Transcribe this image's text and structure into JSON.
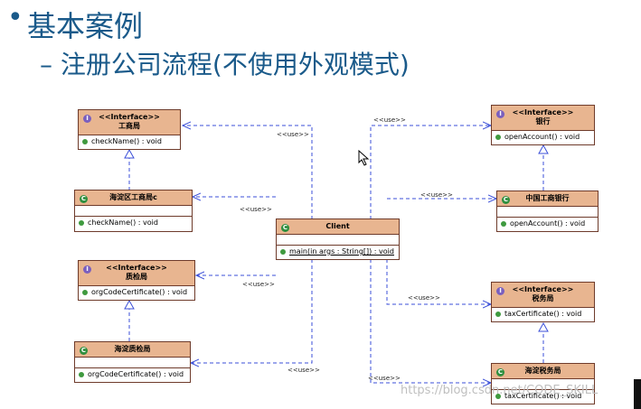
{
  "slide": {
    "bullet": "•",
    "title": "基本案例",
    "subtitle": "– 注册公司流程(不使用外观模式)"
  },
  "diagram": {
    "classes": {
      "gongshangju": {
        "stereotype": "<<Interface>>",
        "name": "工商局",
        "ops": [
          "checkName() : void"
        ],
        "icon": "I"
      },
      "haidian_gongshangju": {
        "stereotype": "",
        "name": "海淀区工商局c",
        "ops": [
          "checkName() : void"
        ],
        "icon": "C"
      },
      "zhijianju": {
        "stereotype": "<<Interface>>",
        "name": "质检局",
        "ops": [
          "orgCodeCertificate() : void"
        ],
        "icon": "I"
      },
      "haidian_zhijianju": {
        "stereotype": "",
        "name": "海淀质检局",
        "ops": [
          "orgCodeCertificate() : void"
        ],
        "icon": "C"
      },
      "client": {
        "stereotype": "",
        "name": "Client",
        "ops": [
          "main(in args : String[]) : void"
        ],
        "icon": "C"
      },
      "yinhang": {
        "stereotype": "<<Interface>>",
        "name": "银行",
        "ops": [
          "openAccount() : void"
        ],
        "icon": "I"
      },
      "zhongguo_gongshang_yinhang": {
        "stereotype": "",
        "name": "中国工商银行",
        "ops": [
          "openAccount() : void"
        ],
        "icon": "C"
      },
      "shuiwuju": {
        "stereotype": "<<Interface>>",
        "name": "税务局",
        "ops": [
          "taxCertificate() : void"
        ],
        "icon": "I"
      },
      "haidian_shuiwuju": {
        "stereotype": "",
        "name": "海淀税务局",
        "ops": [
          "taxCertificate() : void"
        ],
        "icon": "C"
      }
    },
    "use_label": "<<use>>"
  },
  "watermark": "https://blog.csdn.net/CODE_SKILL",
  "colors": {
    "title": "#1a5a8a",
    "class_header": "#e8b590",
    "border": "#6e3b2b",
    "link": "#3b4fd8"
  }
}
